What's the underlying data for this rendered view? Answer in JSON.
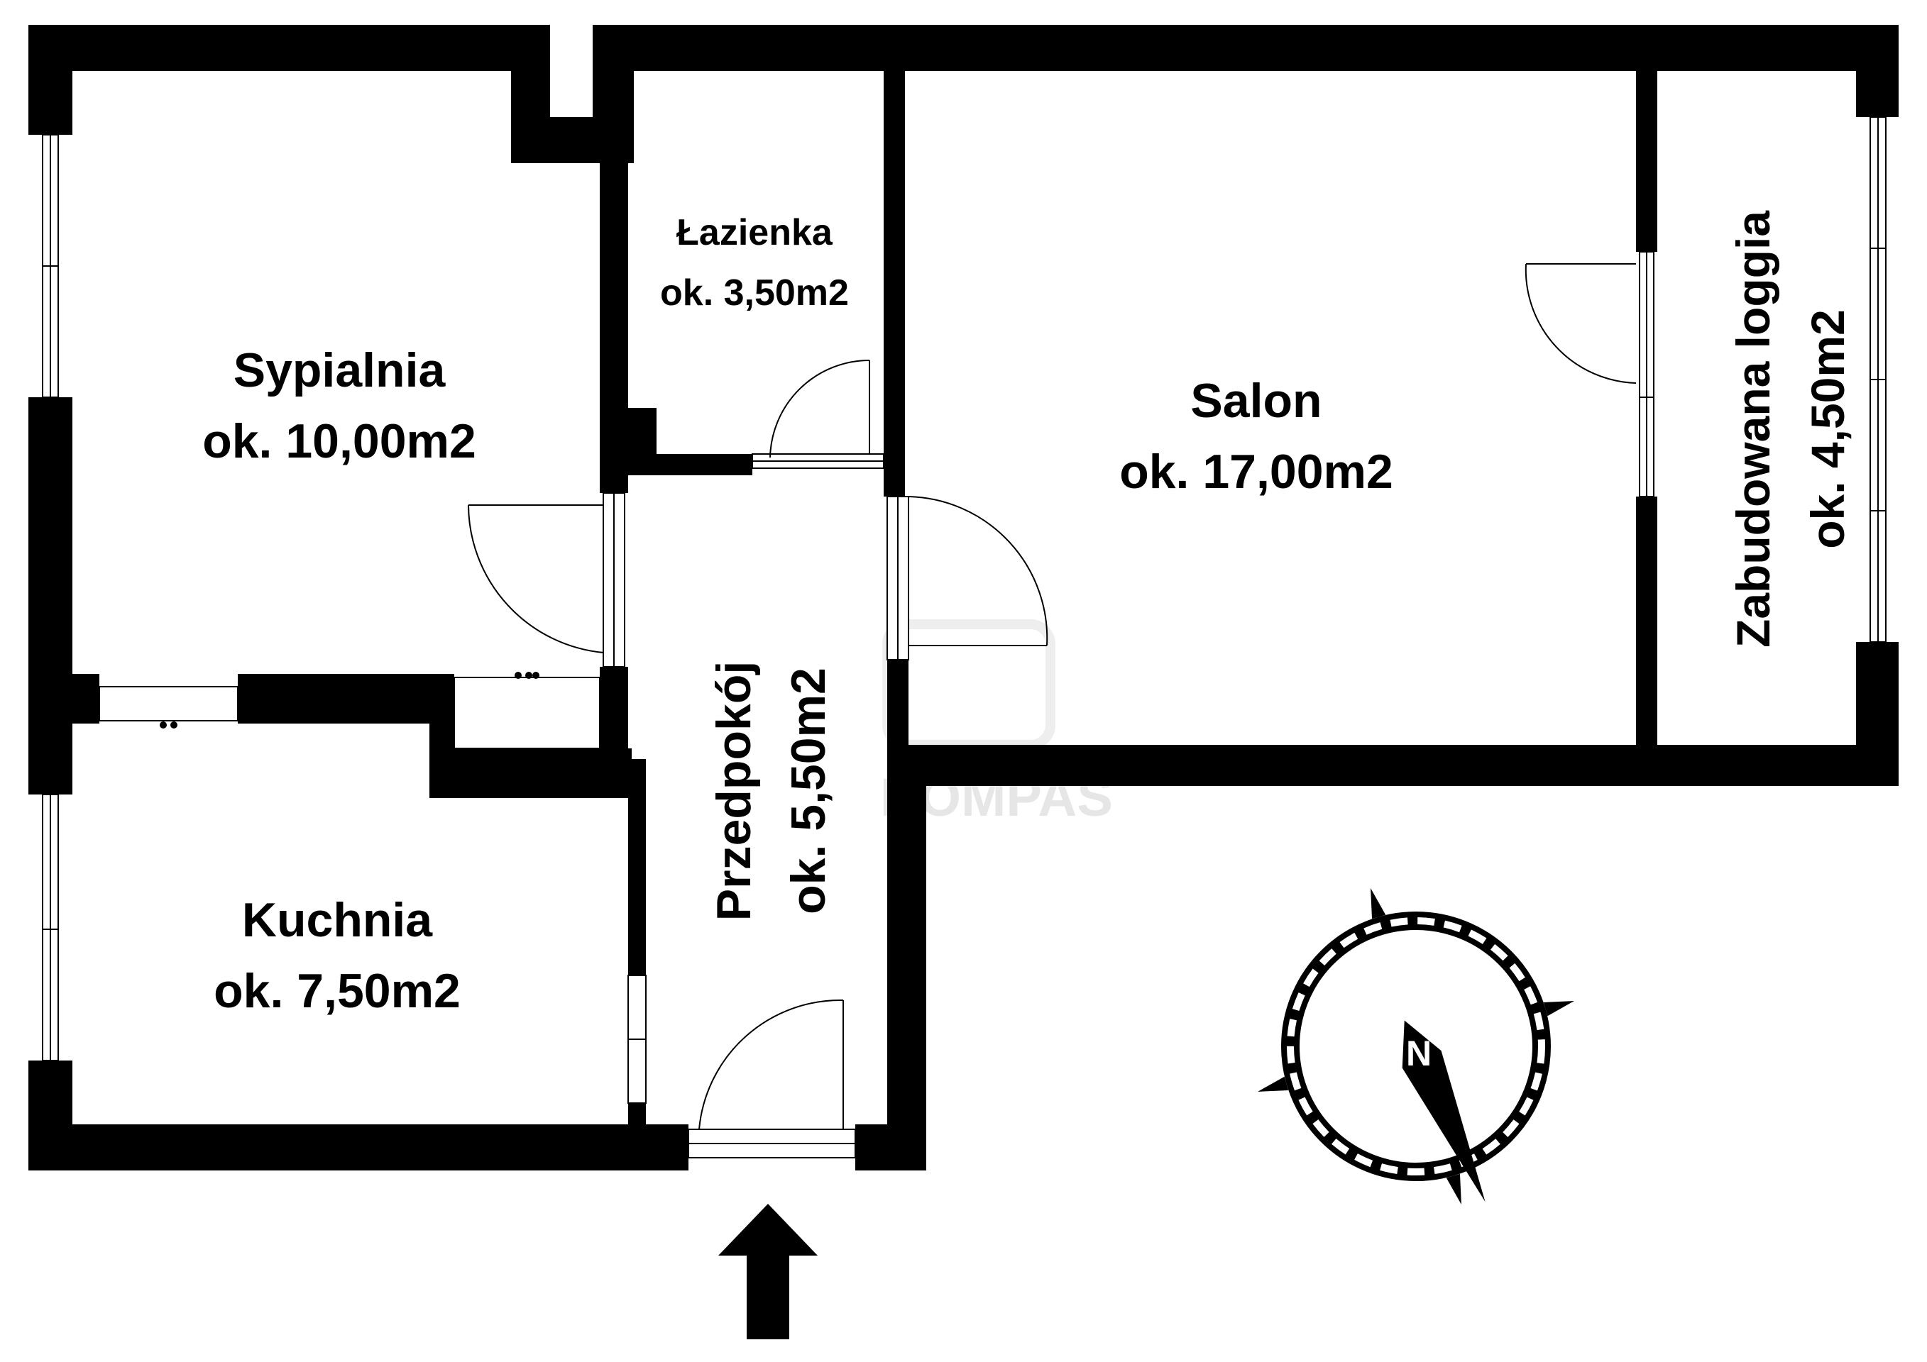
{
  "rooms": {
    "sypialnia": {
      "name": "Sypialnia",
      "area": "ok. 10,00m2"
    },
    "lazienka": {
      "name": "Łazienka",
      "area": "ok. 3,50m2"
    },
    "salon": {
      "name": "Salon",
      "area": "ok. 17,00m2"
    },
    "loggia": {
      "name": "Zabudowana loggia",
      "area": "ok. 4,50m2"
    },
    "przedpokoj": {
      "name": "Przedpokój",
      "area": "ok. 5,50m2"
    },
    "kuchnia": {
      "name": "Kuchnia",
      "area": "ok. 7,50m2"
    }
  },
  "watermark": {
    "text": "KOMPAS"
  },
  "compass": {
    "letter": "N",
    "icon": "compass-rose-icon"
  },
  "entrance": {
    "icon": "entrance-arrow-icon"
  },
  "colors": {
    "wall": "#000000",
    "background": "#ffffff",
    "watermark": "#e6e6e6"
  }
}
